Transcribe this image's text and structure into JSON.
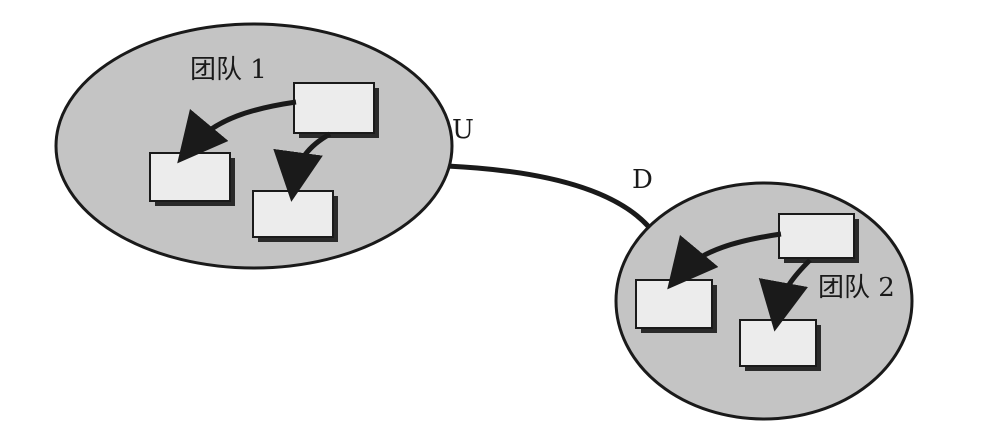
{
  "teams": [
    {
      "label": "团队 1",
      "fill": "#c4c4c4"
    },
    {
      "label": "团队 2",
      "fill": "#c4c4c4"
    }
  ],
  "relationship": {
    "upstream_label": "U",
    "downstream_label": "D"
  },
  "colors": {
    "stroke": "#1a1a1a",
    "box_fill": "#ececec",
    "box_shadow": "#2a2a2a"
  }
}
